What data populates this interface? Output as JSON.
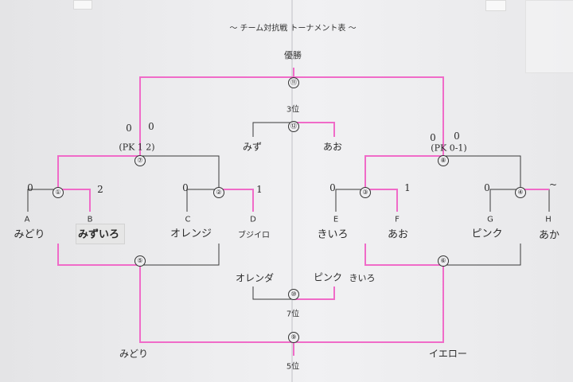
{
  "title": "～ チーム対抗戦 トーナメント表 ～",
  "top_labels": {
    "champion": "優勝",
    "third": "3位",
    "seventh": "7位",
    "fifth": "5位"
  },
  "match_numbers": [
    "⑪",
    "⑫",
    "⑦",
    "⑧",
    "①",
    "②",
    "③",
    "④",
    "⑤",
    "⑥",
    "⑩",
    "⑨"
  ],
  "teams": [
    {
      "letter": "A",
      "name": "みどり"
    },
    {
      "letter": "B",
      "name": "みずいろ"
    },
    {
      "letter": "C",
      "name": "オレンジ"
    },
    {
      "letter": "D",
      "name": "ブジイロ"
    },
    {
      "letter": "E",
      "name": "きいろ"
    },
    {
      "letter": "F",
      "name": "あお"
    },
    {
      "letter": "G",
      "name": "ピンク"
    },
    {
      "letter": "H",
      "name": "あか"
    }
  ],
  "scores": {
    "m1_left": "0",
    "m1_right": "2",
    "m2_left": "0",
    "m2_right": "1",
    "m3_left": "0",
    "m3_right": "1",
    "m4_left": "0",
    "m4_right": "~",
    "m7_left": "0",
    "m7_right": "0",
    "m7_pk": "(PK 1 2)",
    "m8_left": "0",
    "m8_right": "0",
    "m8_pk": "(PK 0-1)"
  },
  "handwritten_names": {
    "third_left": "みず",
    "third_right": "あお",
    "seventh_left": "オレンダ",
    "seventh_right": "ピンク",
    "seventh_right_extra": "きいろ",
    "fifth_left": "みどり",
    "fifth_right": "イエロー"
  },
  "colors": {
    "bracket_line": "#3a3a3a",
    "winner_highlight": "#f06bc8",
    "paper": "#ececee"
  }
}
